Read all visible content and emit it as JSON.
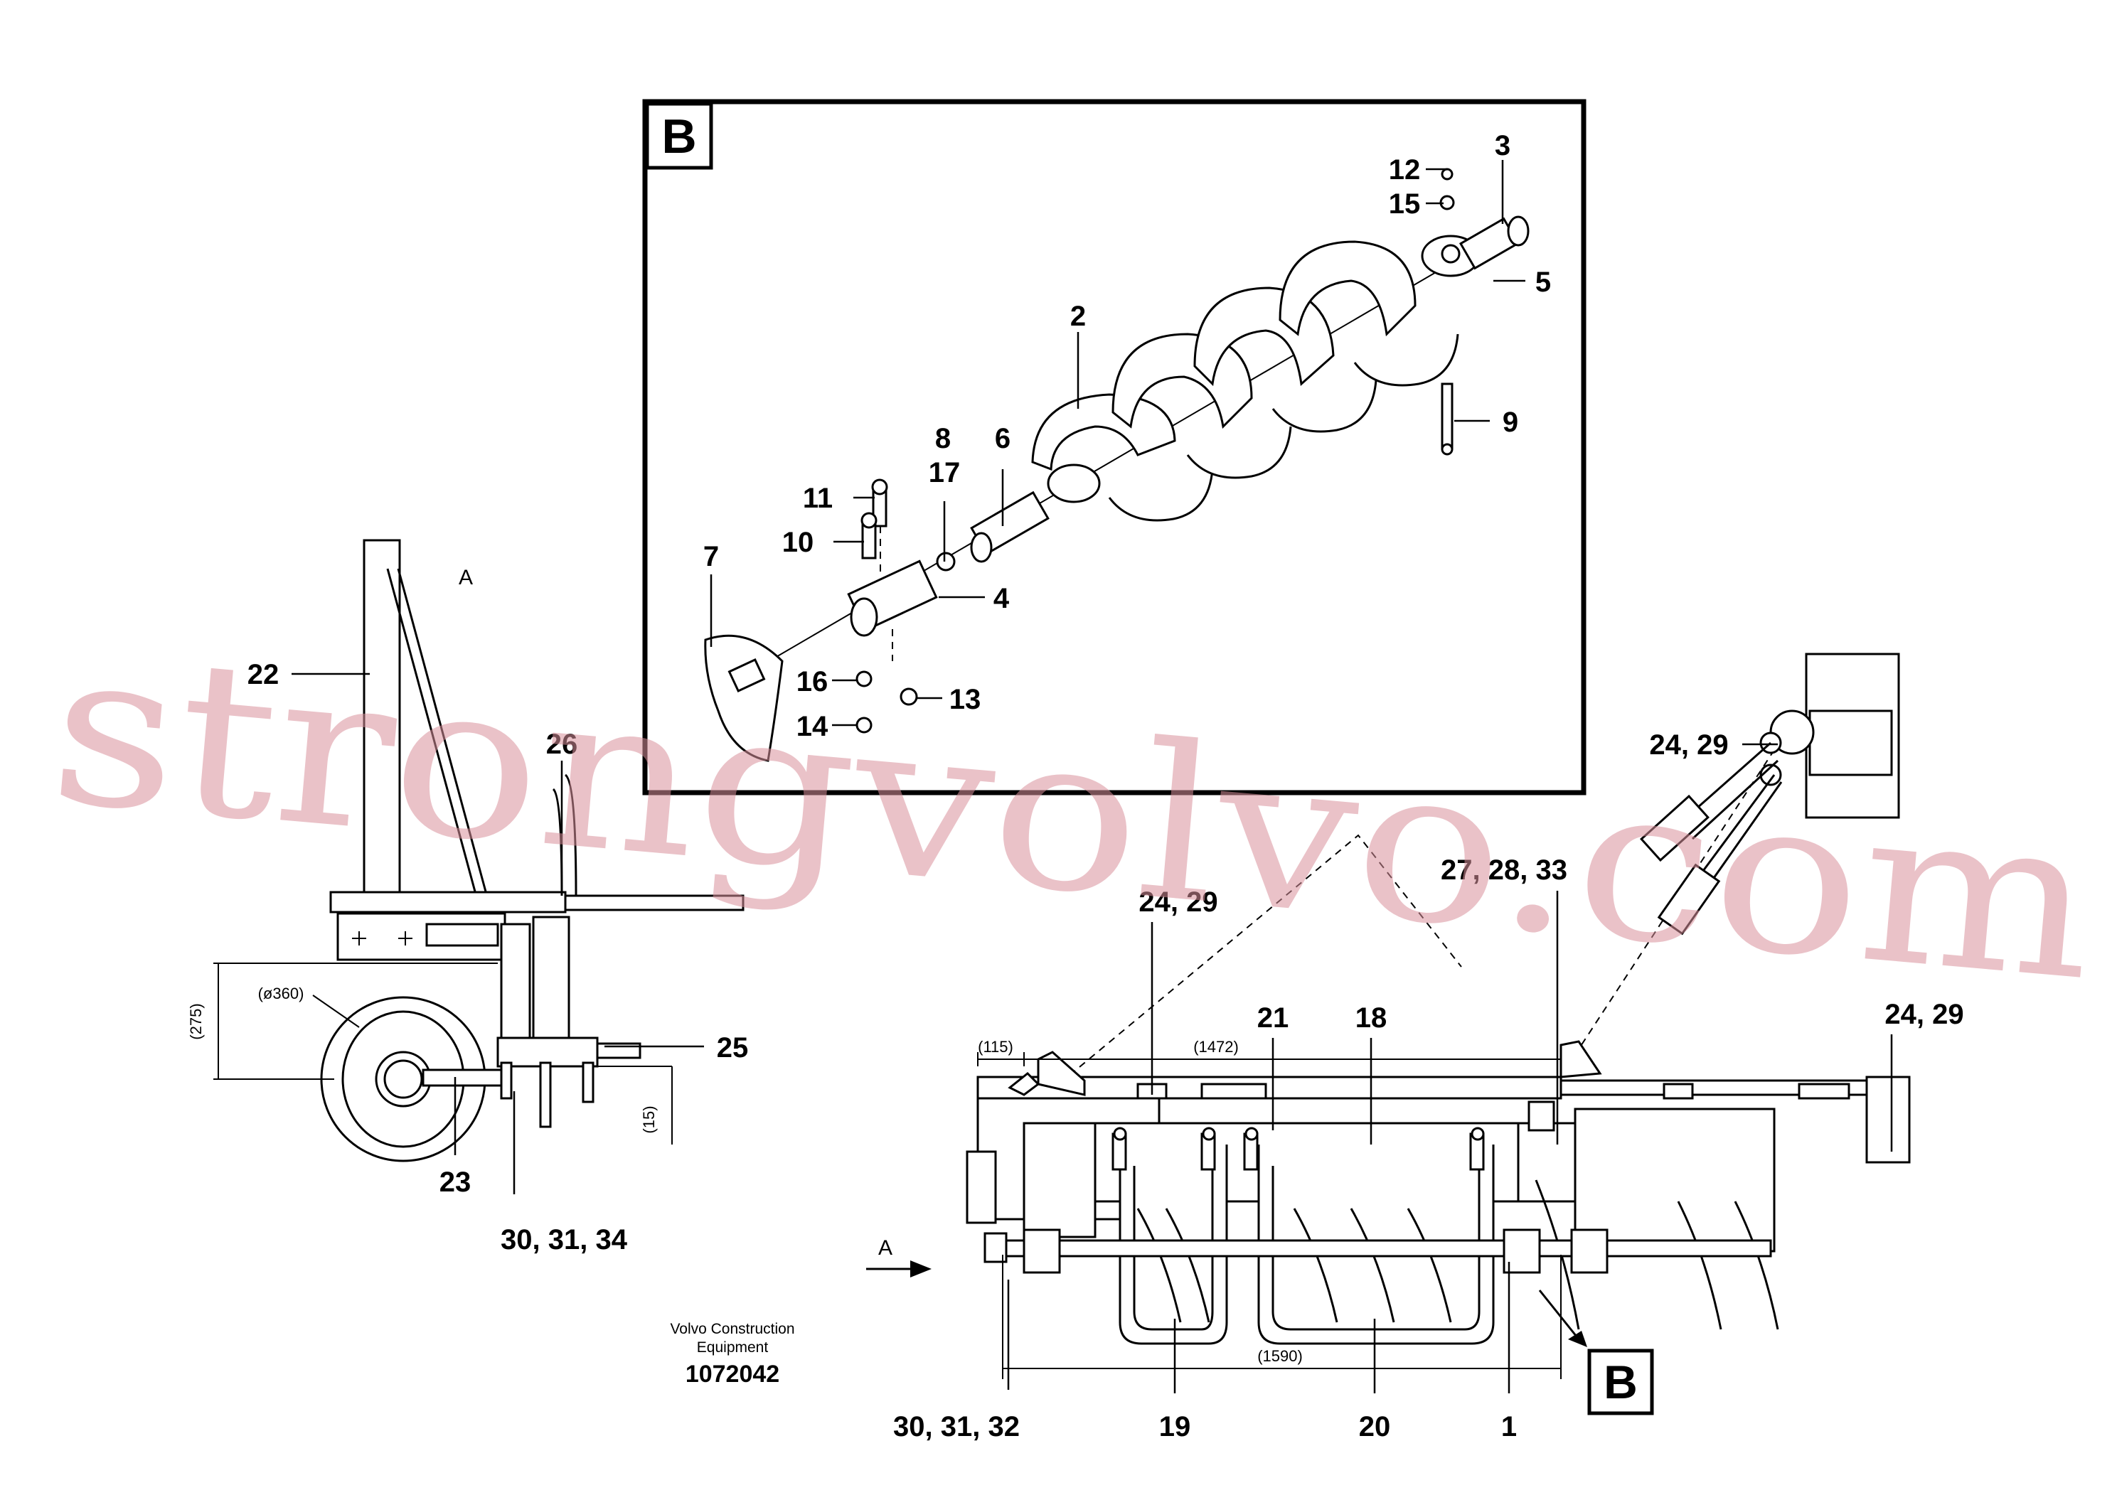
{
  "detail_box": {
    "label": "B"
  },
  "detail_callouts": {
    "c1": "12",
    "c2": "15",
    "c3": "3",
    "c4": "5",
    "c5": "2",
    "c6": "9",
    "c7": "8",
    "c8": "6",
    "c9": "17",
    "c10": "11",
    "c11": "10",
    "c12": "7",
    "c13": "4",
    "c14": "16",
    "c15": "13",
    "c16": "14"
  },
  "side_view": {
    "view_letter": "A",
    "callouts": {
      "c1": "22",
      "c2": "26",
      "c3": "25",
      "c4": "23",
      "c5": "30, 31, 34"
    },
    "dims": {
      "diameter": "(ø360)",
      "height": "(275)",
      "offset": "(15)"
    }
  },
  "main_view": {
    "view_arrow_label": "A",
    "section_marker": "B",
    "callouts": {
      "c1": "24, 29",
      "c2": "27, 28, 33",
      "c3": "24, 29",
      "c4": "24, 29",
      "c5": "21",
      "c6": "18",
      "c7": "30, 31, 32",
      "c8": "19",
      "c9": "20",
      "c10": "1"
    },
    "dims": {
      "left": "(115)",
      "mid": "(1472)",
      "bottom": "(1590)"
    }
  },
  "logo": {
    "line1": "Volvo Construction",
    "line2": "Equipment",
    "part_number": "1072042"
  },
  "watermark": "strongvolvo.com"
}
